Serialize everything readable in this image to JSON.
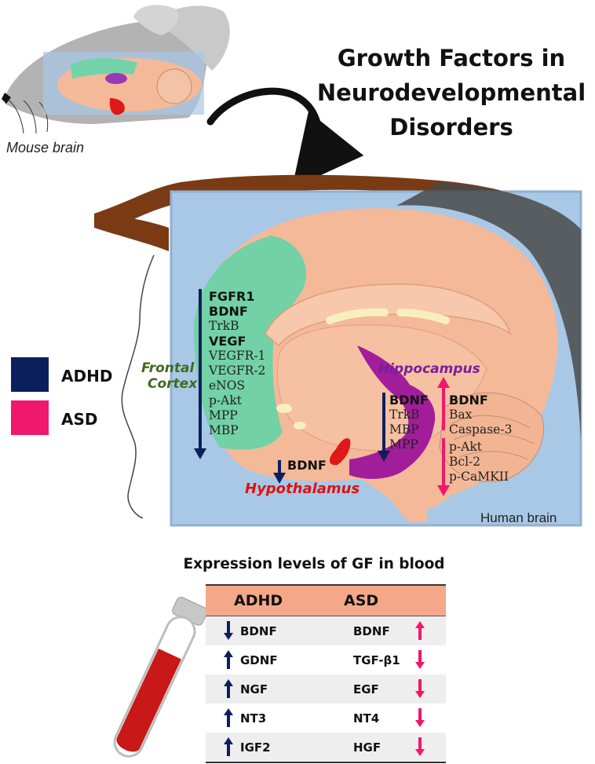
{
  "title": "Growth Factors in Neurodevelopmental Disorders",
  "mouse_label": "Mouse brain",
  "human_label": "Human brain",
  "legend": [
    {
      "label": "ADHD",
      "color": "#0b1f5c"
    },
    {
      "label": "ASD",
      "color": "#f0186b"
    }
  ],
  "regions": {
    "frontal_cortex": {
      "label_line1": "Frontal",
      "label_line2": "Cortex",
      "color": "#3f6b1e"
    },
    "hippocampus": {
      "label": "Hippocampus",
      "color": "#7a1e9e"
    },
    "hypothalamus": {
      "label": "Hypothalamus",
      "color": "#e01010"
    }
  },
  "frontal_markers": {
    "direction": "down",
    "disorder": "ADHD",
    "items": [
      {
        "text": "FGFR1",
        "bold": true
      },
      {
        "text": "BDNF",
        "bold": true
      },
      {
        "text": "TrkB",
        "bold": false
      },
      {
        "text": "VEGF",
        "bold": true
      },
      {
        "text": "VEGFR-1",
        "bold": false
      },
      {
        "text": "VEGFR-2",
        "bold": false
      },
      {
        "text": "eNOS",
        "bold": false
      },
      {
        "text": "p-Akt",
        "bold": false
      },
      {
        "text": "MPP",
        "bold": false
      },
      {
        "text": "MBP",
        "bold": false
      }
    ]
  },
  "hippocampus_adhd_markers": {
    "direction": "down",
    "disorder": "ADHD",
    "items": [
      {
        "text": "BDNF",
        "bold": true
      },
      {
        "text": "TrkB",
        "bold": false
      },
      {
        "text": "MBP",
        "bold": false
      },
      {
        "text": "MPP",
        "bold": false
      }
    ]
  },
  "hippocampus_asd_markers": {
    "disorder": "ASD",
    "up": [
      {
        "text": "BDNF",
        "bold": true
      },
      {
        "text": "Bax",
        "bold": false
      },
      {
        "text": "Caspase-3",
        "bold": false
      }
    ],
    "down": [
      {
        "text": "p-Akt",
        "bold": false
      },
      {
        "text": "Bcl-2",
        "bold": false
      },
      {
        "text": "p-CaMKII",
        "bold": false
      }
    ]
  },
  "hypothalamus_marker": {
    "text": "BDNF",
    "direction": "down",
    "disorder": "ADHD"
  },
  "blood": {
    "title": "Expression levels of GF in blood",
    "headers": [
      "ADHD",
      "ASD"
    ],
    "rows": [
      {
        "adhd": "BDNF",
        "adhd_dir": "down",
        "asd": "BDNF",
        "asd_dir": "up"
      },
      {
        "adhd": "GDNF",
        "adhd_dir": "up",
        "asd": "TGF-β1",
        "asd_dir": "down"
      },
      {
        "adhd": "NGF",
        "adhd_dir": "up",
        "asd": "EGF",
        "asd_dir": "down"
      },
      {
        "adhd": "NT3",
        "adhd_dir": "up",
        "asd": "NT4",
        "asd_dir": "down"
      },
      {
        "adhd": "IGF2",
        "adhd_dir": "up",
        "asd": "HGF",
        "asd_dir": "down"
      }
    ]
  }
}
